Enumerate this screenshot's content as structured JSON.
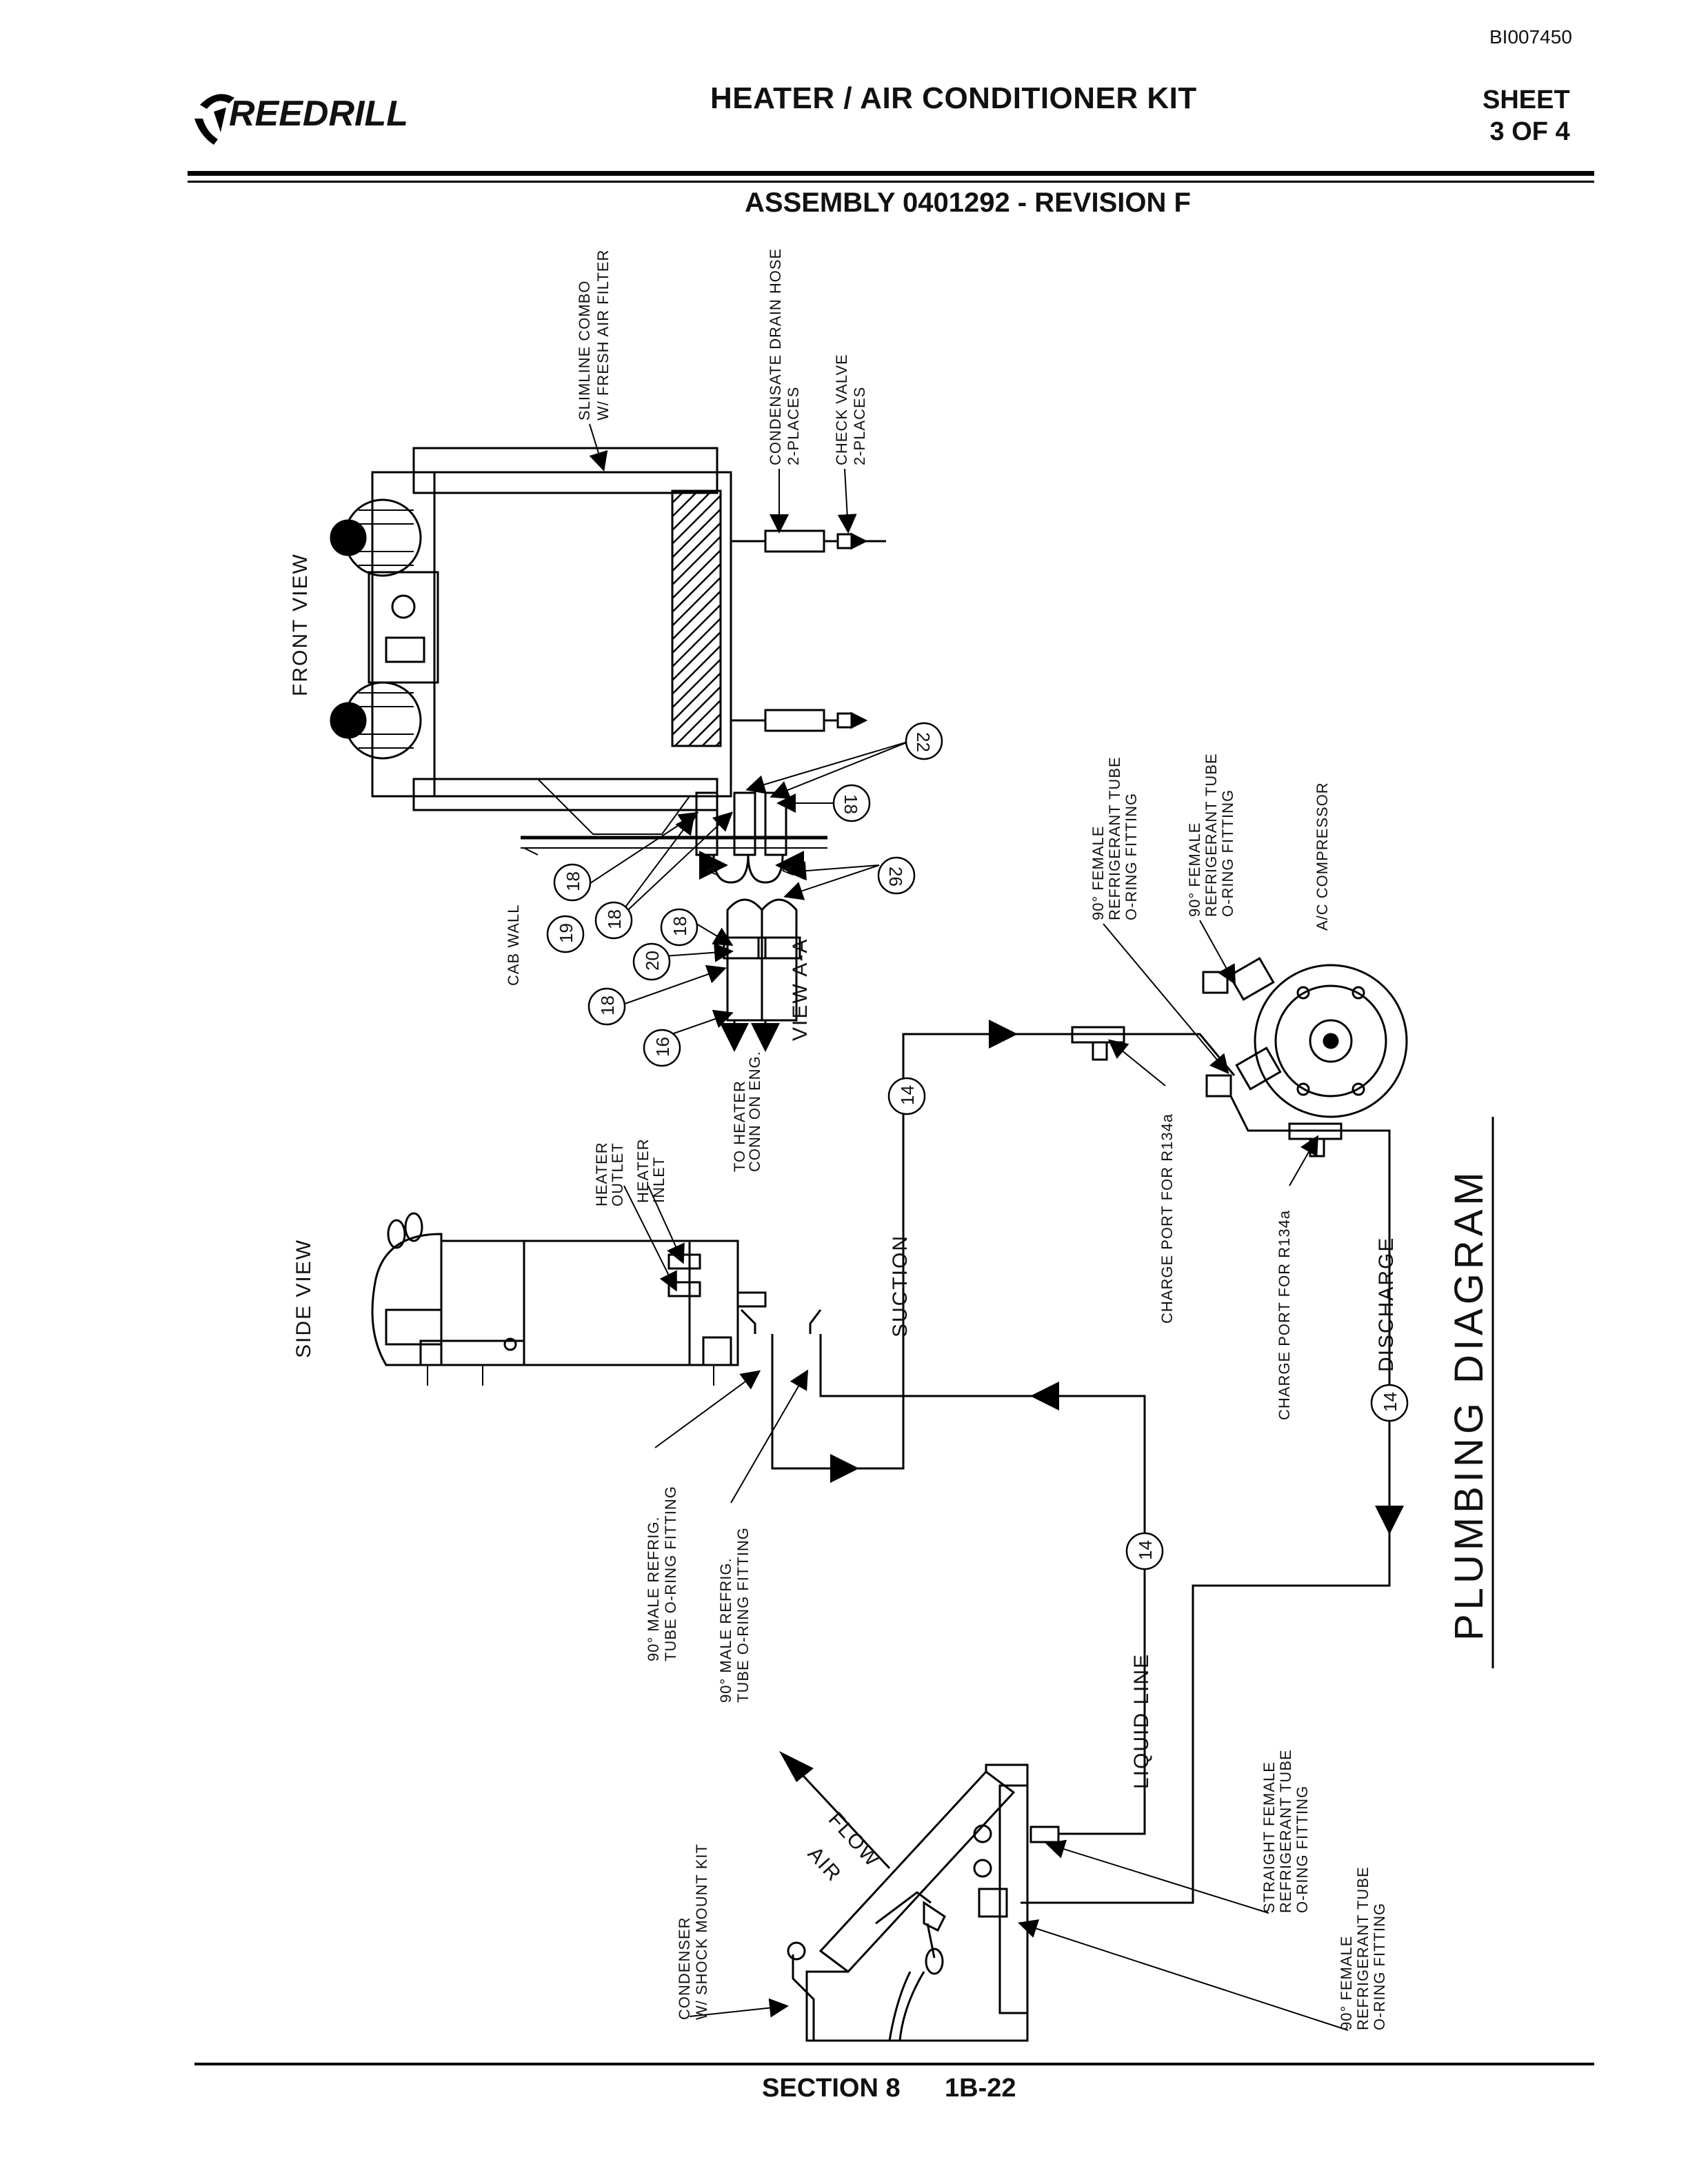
{
  "header": {
    "doc_id": "BI007450",
    "logo_text": "REEDRILL",
    "title": "HEATER / AIR CONDITIONER KIT",
    "sheet_label": "SHEET",
    "sheet_number": "3 OF 4",
    "assembly": "ASSEMBLY 0401292 - REVISION F"
  },
  "footer": {
    "section": "SECTION 8",
    "page": "1B-22"
  },
  "views": {
    "front": "FRONT VIEW",
    "side": "SIDE VIEW",
    "section_aa": "VIEW A-A",
    "plumbing": "PLUMBING DIAGRAM"
  },
  "labels": {
    "slimline_1": "SLIMLINE COMBO",
    "slimline_2": "W/ FRESH AIR FILTER",
    "drain_1": "CONDENSATE DRAIN HOSE",
    "drain_2": "2-PLACES",
    "check_1": "CHECK VALVE",
    "check_2": "2-PLACES",
    "cab_wall": "CAB WALL",
    "to_heater_1": "TO HEATER",
    "to_heater_2": "CONN ON ENG.",
    "heater_outlet_1": "HEATER",
    "heater_outlet_2": "OUTLET",
    "heater_inlet_1": "HEATER",
    "heater_inlet_2": "INLET",
    "female90_a_1": "90° FEMALE",
    "female90_a_2": "REFRIGERANT TUBE",
    "female90_a_3": "O-RING FITTING",
    "female90_b_1": "90° FEMALE",
    "female90_b_2": "REFRIGERANT TUBE",
    "female90_b_3": "O-RING FITTING",
    "compressor": "A/C COMPRESSOR",
    "charge_port_1": "CHARGE PORT FOR R134a",
    "charge_port_2": "CHARGE PORT FOR R134a",
    "suction": "SUCTION",
    "discharge": "DISCHARGE",
    "liquid_line": "LIQUID LINE",
    "male90_a_1": "90° MALE REFRIG.",
    "male90_a_2": "TUBE O-RING FITTING",
    "male90_b_1": "90° MALE REFRIG.",
    "male90_b_2": "TUBE O-RING FITTING",
    "air_flow_1": "AIR",
    "air_flow_2": "FLOW",
    "condenser_1": "CONDENSER",
    "condenser_2": "W/ SHOCK MOUNT KIT",
    "straight_female_1": "STRAIGHT FEMALE",
    "straight_female_2": "REFRIGERANT TUBE",
    "straight_female_3": "O-RING FITTING",
    "female90_c_1": "90° FEMALE",
    "female90_c_2": "REFRIGERANT TUBE",
    "female90_c_3": "O-RING FITTING",
    "section_a": "A"
  },
  "callouts": {
    "c22": "22",
    "c18a": "18",
    "c18b": "18",
    "c18c": "18",
    "c18d": "18",
    "c18e": "18",
    "c19": "19",
    "c20": "20",
    "c16": "16",
    "c26": "26",
    "c14a": "14",
    "c14b": "14",
    "c14c": "14"
  }
}
